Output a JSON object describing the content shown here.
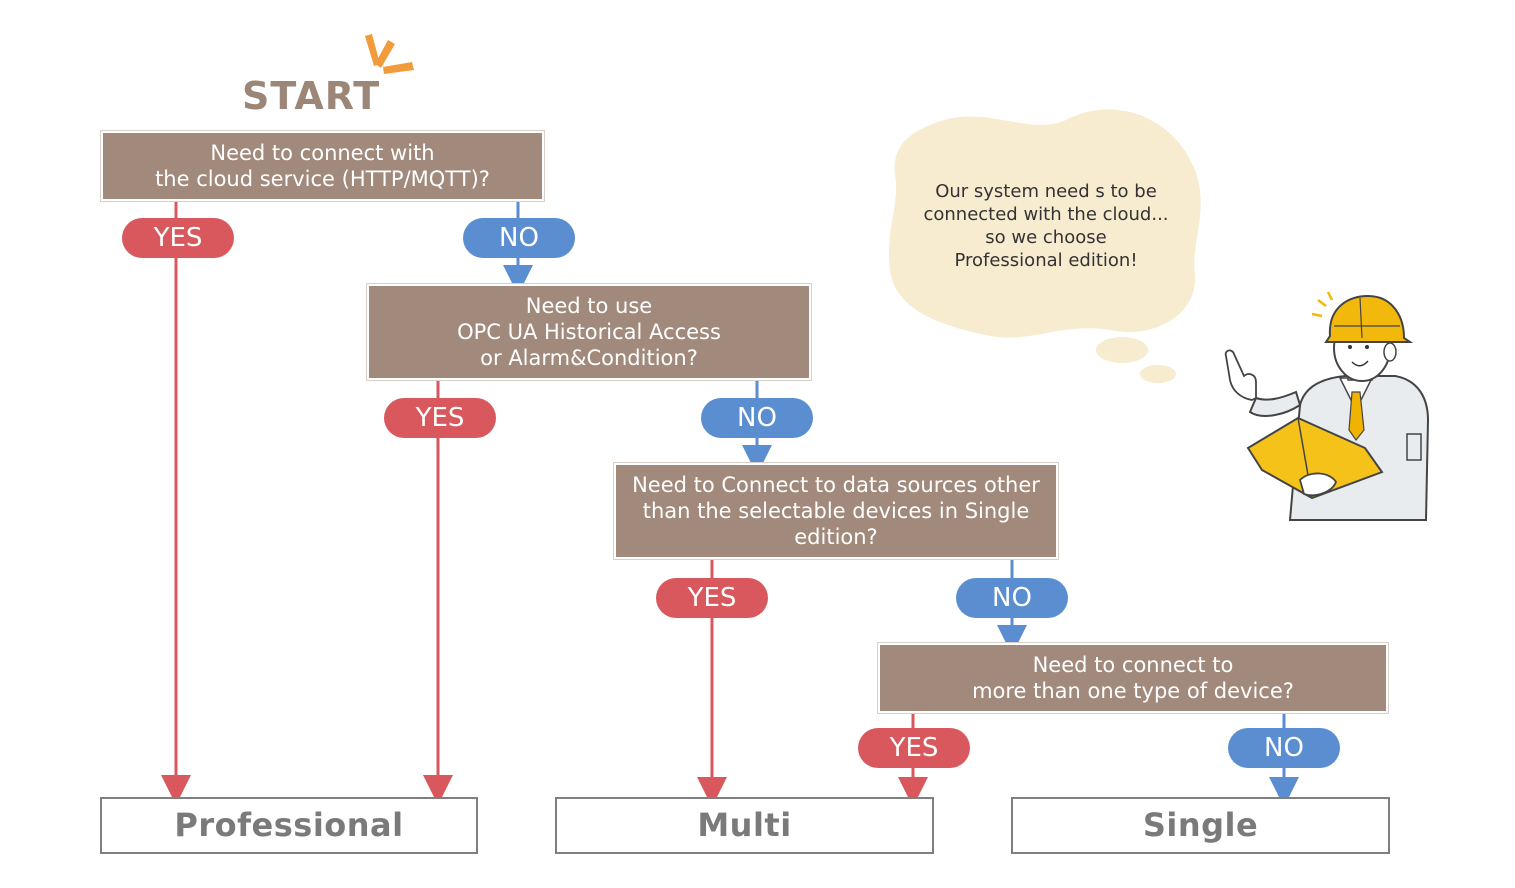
{
  "start": "START",
  "questions": {
    "q1": "Need to connect with\nthe cloud service (HTTP/MQTT)?",
    "q2": "Need to use\nOPC UA Historical Access\nor Alarm&Condition?",
    "q3": "Need to Connect to data sources other\nthan the selectable devices in Single\nedition?",
    "q4": "Need to connect to\nmore than one type of device?"
  },
  "answers": {
    "yes": "YES",
    "no": "NO"
  },
  "results": {
    "professional": "Professional",
    "multi": "Multi",
    "single": "Single"
  },
  "thought_bubble": "Our system need s  to be\nconnected with the cloud...\nso we choose\nProfessional edition!",
  "colors": {
    "question_box": "#a1897c",
    "yes": "#d9585e",
    "no": "#5b8ed1",
    "start_text": "#9b8677",
    "accent_orange": "#f29b3a",
    "bubble_fill": "#f7ecd0"
  }
}
